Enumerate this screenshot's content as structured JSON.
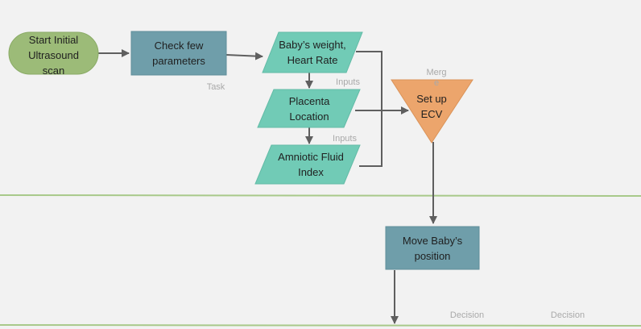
{
  "nodes": {
    "start": "Start Initial\nUltrasound\nscan",
    "check": "Check few\nparameters",
    "weight": "Baby’s weight,\nHeart Rate",
    "placenta": "Placenta\nLocation",
    "amniotic": "Amniotic Fluid\nIndex",
    "setup": "Set up\nECV",
    "move": "Move Baby’s\nposition"
  },
  "annotations": {
    "task": "Task",
    "inputs_1": "Inputs",
    "inputs_2": "Inputs",
    "merge": "Merg\ne",
    "decision_1": "Decision",
    "decision_2": "Decision"
  },
  "colors": {
    "start_fill": "#9cbb78",
    "process_fill": "#6f9eaa",
    "data_fill": "#71cbb6",
    "merge_fill": "#eca56c",
    "lane_line": "#a8c98a",
    "connector": "#5f5f5f"
  }
}
